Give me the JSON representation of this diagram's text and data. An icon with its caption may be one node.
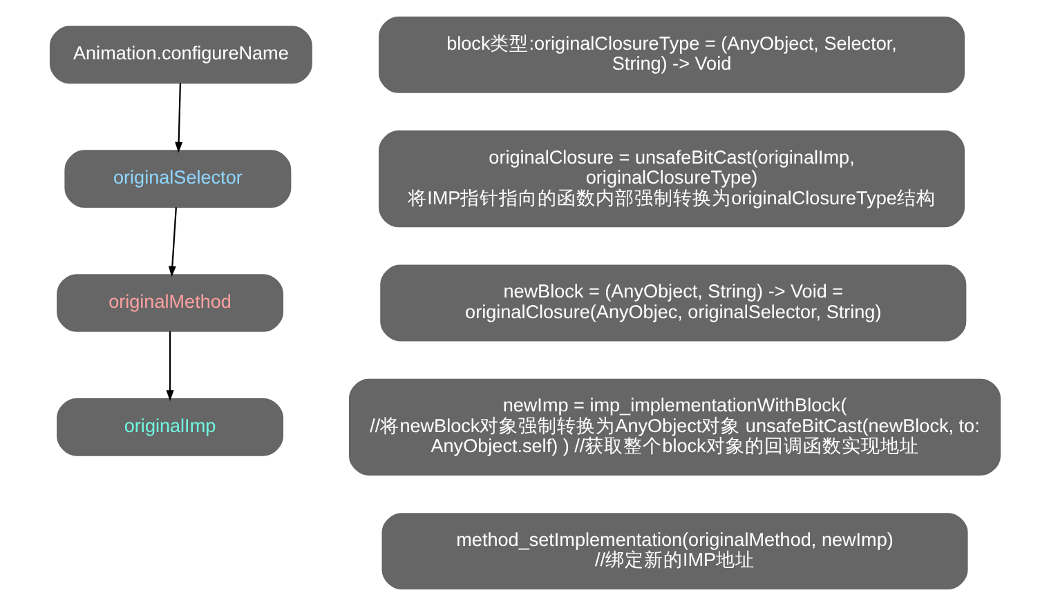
{
  "diagram": {
    "nodes": [
      {
        "text": [
          "Animation.configureName"
        ]
      },
      {
        "text": [
          "originalSelector"
        ]
      },
      {
        "text": [
          "originalMethod"
        ]
      },
      {
        "text": [
          "originalImp"
        ]
      },
      {
        "text": [
          "block类型:originalClosureType = (AnyObject, Selector, String) -> Void"
        ]
      },
      {
        "text": [
          "originalClosure = unsafeBitCast(originalImp, originalClosureType)",
          "将IMP指针指向的函数内部强制转换为originalClosureType结构"
        ]
      },
      {
        "text": [
          "newBlock = (AnyObject, String) -> Void = originalClosure(AnyObjec, originalSelector, String)"
        ]
      },
      {
        "text": [
          "newImp = imp_implementationWithBlock( //将newBlock对象强制转换为AnyObject对象 unsafeBitCast(newBlock, to: AnyObject.self) ) //获取整个block对象的回调函数实现地址"
        ]
      },
      {
        "text": [
          "method_setImplementation(originalMethod, newImp) //绑定新的IMP地址"
        ]
      }
    ],
    "edges": [
      {
        "from": 0,
        "to": 1,
        "arrow": "to"
      },
      {
        "from": 1,
        "to": 2,
        "arrow": "to"
      },
      {
        "from": 2,
        "to": 3,
        "arrow": "to"
      }
    ]
  }
}
